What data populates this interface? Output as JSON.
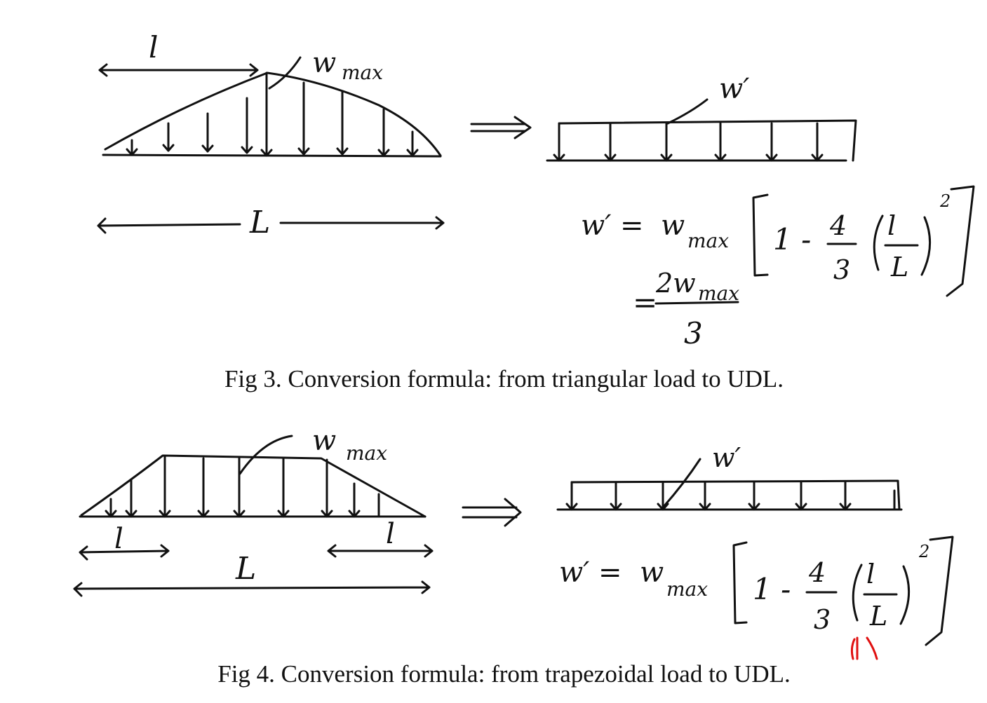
{
  "figures": [
    {
      "caption": "Fig 3. Conversion formula: from triangular load to UDL.",
      "labels": {
        "l": "l",
        "L": "L",
        "wmax_w": "w",
        "wmax_sub": "max",
        "wprime": "w′"
      },
      "formula": {
        "lhs": "w′ =",
        "w": "w",
        "sub": "max",
        "one": "1 -",
        "num43": "4",
        "den43": "3",
        "lnum": "l",
        "lden": "L",
        "exp": "2"
      },
      "result": {
        "eq": "=",
        "num": "2w",
        "num_sub": "max",
        "den": "3"
      }
    },
    {
      "caption": "Fig 4. Conversion formula: from trapezoidal load to UDL.",
      "labels": {
        "l_left": "l",
        "l_right": "l",
        "L": "L",
        "wmax_w": "w",
        "wmax_sub": "max",
        "wprime": "w′"
      },
      "formula": {
        "lhs": "w′ =",
        "w": "w",
        "sub": "max",
        "one": "1 -",
        "num43": "4",
        "den43": "3",
        "lnum": "l",
        "lden": "L",
        "exp": "2"
      },
      "annotation_color": "#e01010"
    }
  ]
}
